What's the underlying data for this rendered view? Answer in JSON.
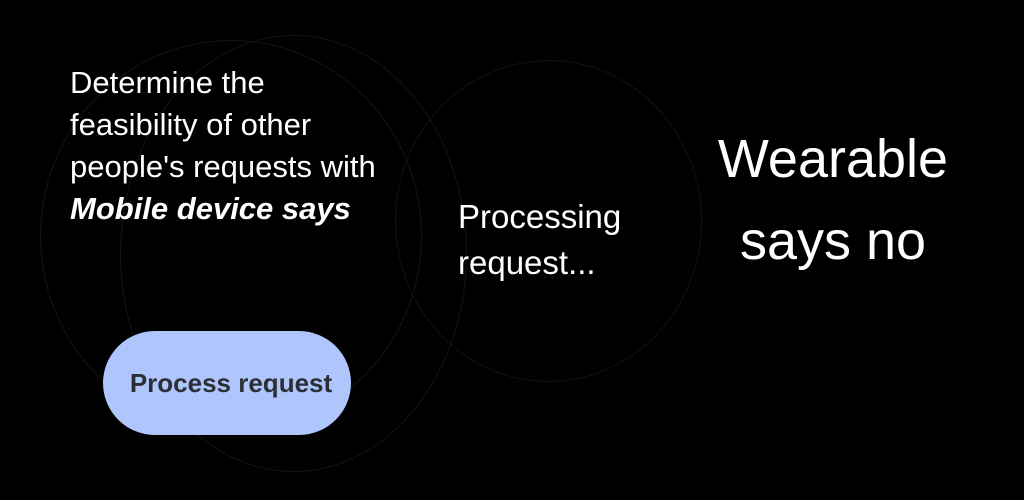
{
  "screen_1": {
    "description_prefix": "Determine the feasibility of other people's requests with ",
    "description_emphasis": "Mobile device says",
    "button_label": "Process request"
  },
  "screen_2": {
    "status_text": "Processing request..."
  },
  "screen_3": {
    "result_text": "Wearable says no"
  },
  "colors": {
    "background": "#000000",
    "text": "#ffffff",
    "button_bg": "#aec6fb",
    "button_text": "#2c2f36"
  }
}
